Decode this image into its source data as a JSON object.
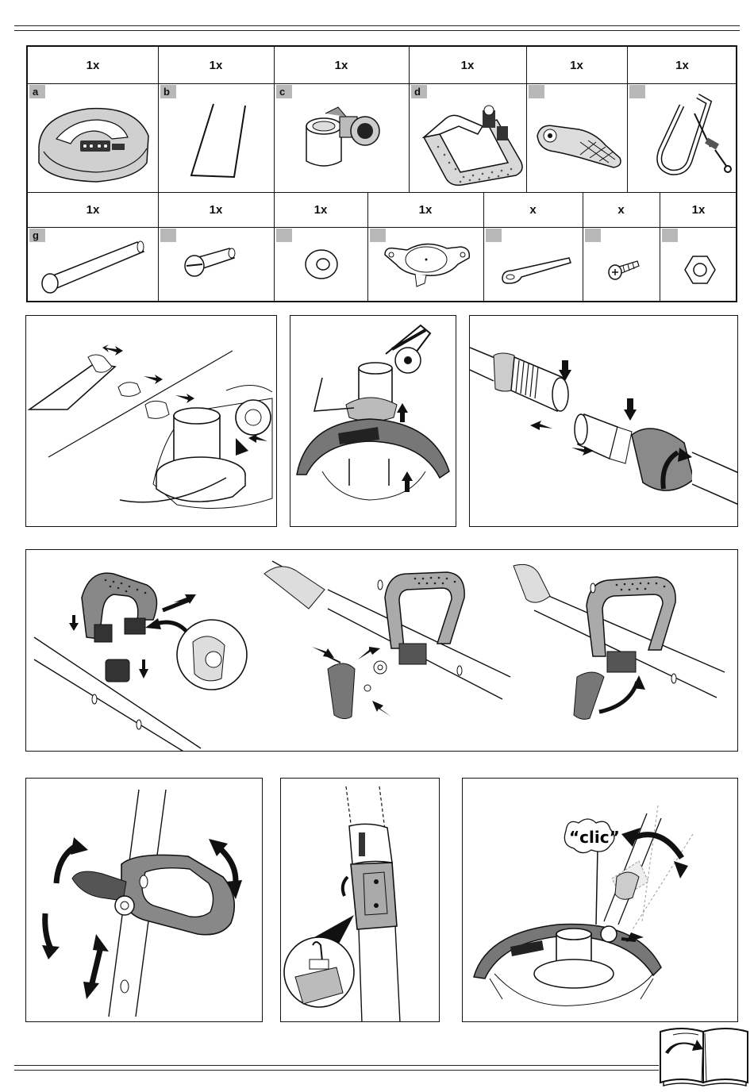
{
  "parts_table": {
    "row1_quantities": [
      "1x",
      "1x",
      "1x",
      "1x",
      "1x",
      "1x"
    ],
    "row1_tags": [
      "a",
      "b",
      "c",
      "d",
      "",
      ""
    ],
    "row2_quantities": [
      "1x",
      "1x",
      "1x",
      "1x",
      "x",
      "x",
      "1x"
    ],
    "row2_tags": [
      "g",
      "",
      "",
      "",
      "",
      "",
      ""
    ]
  },
  "illustrations": {
    "clic_label": "“clic”"
  },
  "icons": {
    "page_turn": "book-page-turn-icon"
  }
}
